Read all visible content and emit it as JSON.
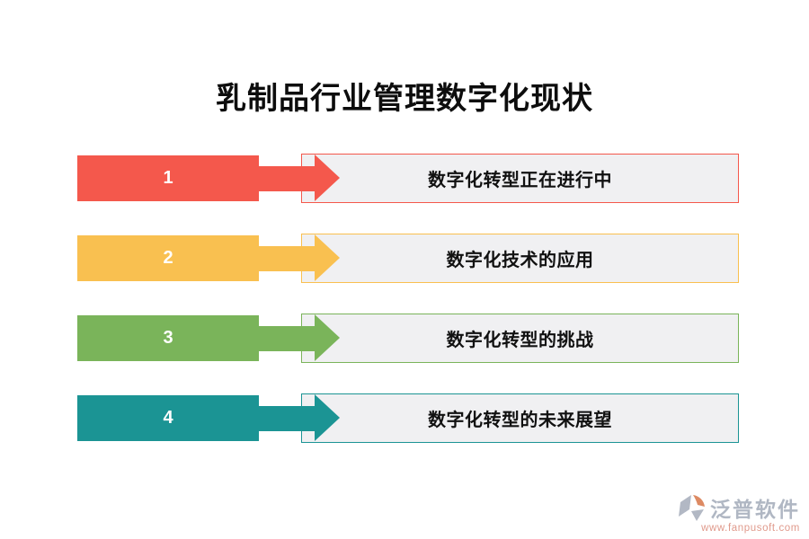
{
  "title": "乳制品行业管理数字化现状",
  "steps": [
    {
      "number": "1",
      "label": "数字化转型正在进行中",
      "color": "#f4584c"
    },
    {
      "number": "2",
      "label": "数字化技术的应用",
      "color": "#f9c050"
    },
    {
      "number": "3",
      "label": "数字化转型的挑战",
      "color": "#7ab45a"
    },
    {
      "number": "4",
      "label": "数字化转型的未来展望",
      "color": "#1b9494"
    }
  ],
  "footer": {
    "brand": "泛普软件",
    "url": "www.fanpusoft.com"
  },
  "colors": {
    "background": "#ffffff",
    "title_text": "#0d0d0d",
    "box_fill": "#f0f0f2",
    "brand_text": "#b0b7c3",
    "url_text": "#e09a8c",
    "logo_gray": "#b2b8c4",
    "logo_orange": "#dd8a63"
  }
}
